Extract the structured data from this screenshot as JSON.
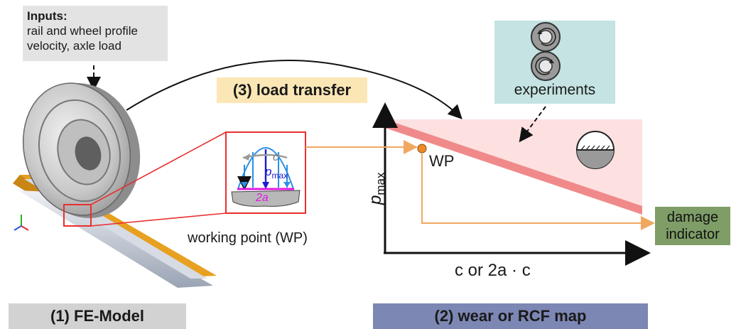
{
  "inputs": {
    "title": "Inputs:",
    "line1": "rail and wheel profile",
    "line2": "velocity, axle load"
  },
  "load_transfer_label": "(3) load transfer",
  "experiments_label": "experiments",
  "working_point_caption": "working point (WP)",
  "contact_inset": {
    "c_label": "c",
    "p_label": "p",
    "p_subscript": "max",
    "width_label": "2a"
  },
  "map": {
    "y_axis_label": "p",
    "y_axis_subscript": "max",
    "x_axis_label": "c or 2a · c",
    "wp_label": "WP"
  },
  "damage_indicator": {
    "line1": "damage",
    "line2": "indicator"
  },
  "fe_model_label": "(1) FE-Model",
  "wear_map_label": "(2) wear or RCF map",
  "colors": {
    "limit_line": "#f08a8a",
    "limit_area": "#fde0e0",
    "arrow_orange": "#f0a860",
    "wp_point": "#ee8a26",
    "zoom_box": "#e83030",
    "pressure_blue": "#2a8fe6",
    "pressure_dark": "#1b1bd0",
    "contact_width": "#e018e0",
    "rail_orange": "#e8a020"
  }
}
